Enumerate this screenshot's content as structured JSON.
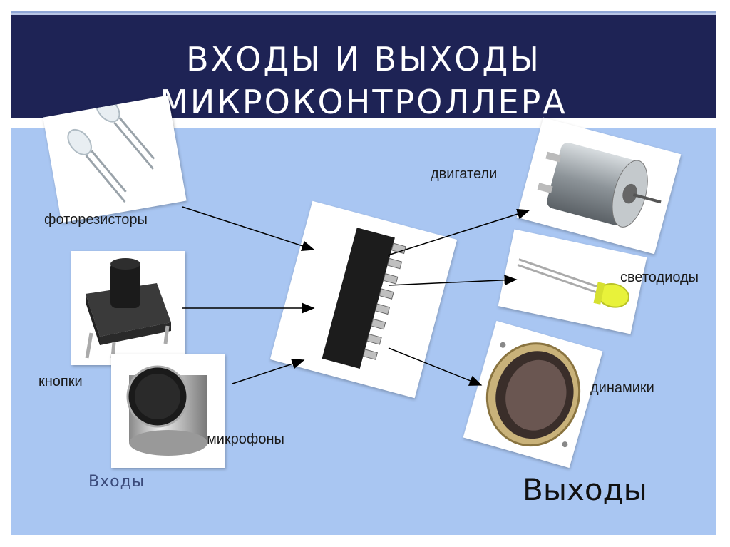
{
  "slide": {
    "title_line1": "ВХОДЫ И ВЫХОДЫ",
    "title_line2": "МИКРОКОНТРОЛЛЕРА"
  },
  "inputs": {
    "group_label": "Входы",
    "photoresistors": "фоторезисторы",
    "buttons": "кнопки",
    "microphones": "микрофоны"
  },
  "outputs": {
    "group_label": "Выходы",
    "motors": "двигатели",
    "leds": "светодиоды",
    "speakers": "динамики"
  },
  "colors": {
    "title_bg": "#1e2355",
    "panel_bg": "#a9c6f2",
    "arrow": "#000000"
  },
  "icons": [
    "photoresistor-icon",
    "push-button-icon",
    "microphone-icon",
    "microcontroller-chip-icon",
    "dc-motor-icon",
    "led-icon",
    "speaker-icon"
  ]
}
